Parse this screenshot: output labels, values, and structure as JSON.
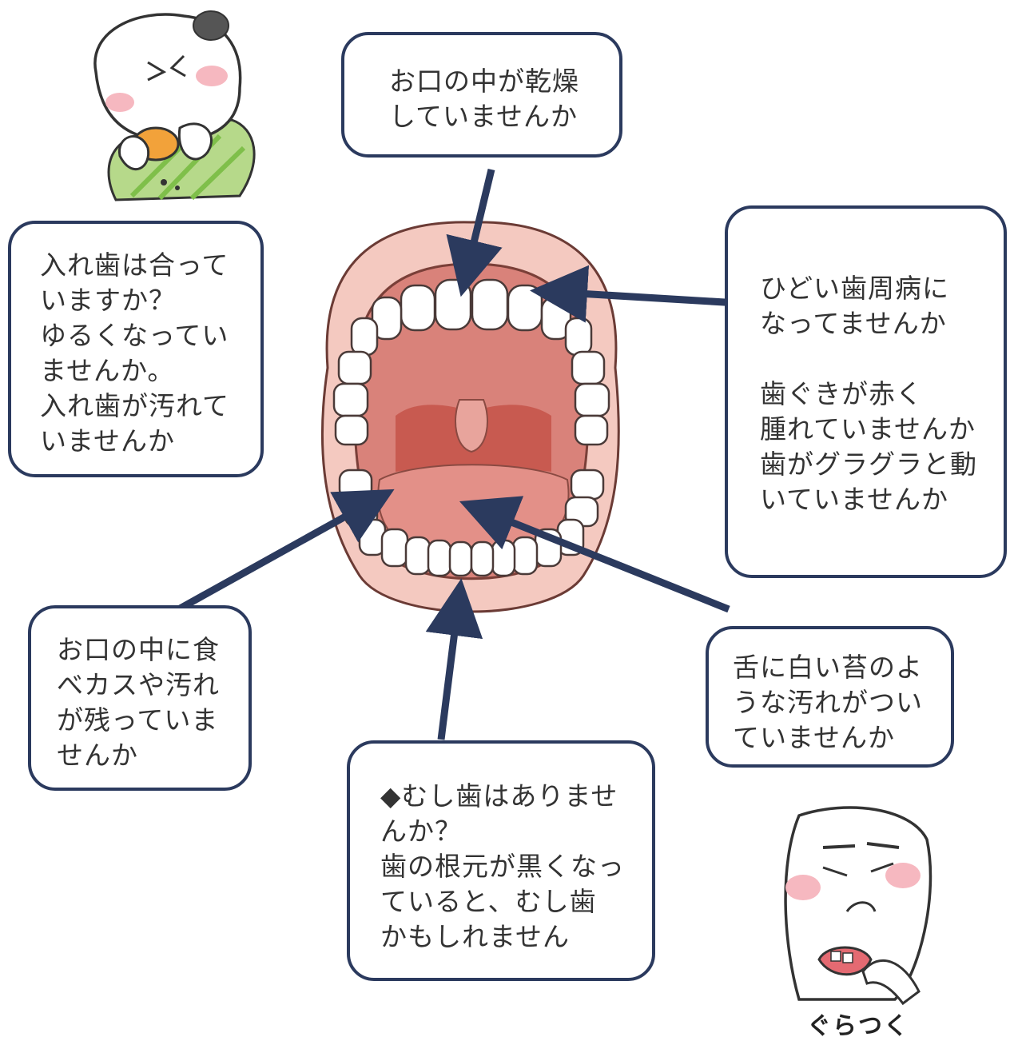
{
  "colors": {
    "box_border": "#2b3a5e",
    "arrow": "#2b3a5e",
    "lip": "#f4c9c0",
    "mouth_inner": "#d9827a",
    "throat": "#c85a50",
    "tongue": "#e39088",
    "teeth": "#ffffff"
  },
  "boxes": {
    "dry_mouth": [
      "お口の中が乾燥",
      "していませんか"
    ],
    "gum_disease": [
      "ひどい歯周病に",
      "なってませんか",
      "",
      "歯ぐきが赤く",
      "腫れていませんか",
      "歯がグラグラと動",
      "いていませんか"
    ],
    "denture": [
      "入れ歯は合って",
      "いますか？",
      "ゆるくなってい",
      "ませんか。",
      "入れ歯が汚れて",
      "いませんか"
    ],
    "food_debris": [
      "お口の中に食",
      "べカスや汚れ",
      "が残っていま",
      "せんか"
    ],
    "tongue_coating": [
      "舌に白い苔のよ",
      "うな汚れがつい",
      "ていませんか"
    ],
    "caries": [
      "◆むし歯はありませ",
      "んか？",
      "歯の根元が黒くなっ",
      "ていると、むし歯",
      "かもしれません"
    ]
  },
  "caption": "ぐらつく",
  "icons": {
    "mouth": "open-mouth-illustration",
    "eating_person": "elderly-person-eating-illustration",
    "loose_tooth_person": "person-touching-loose-tooth-illustration"
  }
}
